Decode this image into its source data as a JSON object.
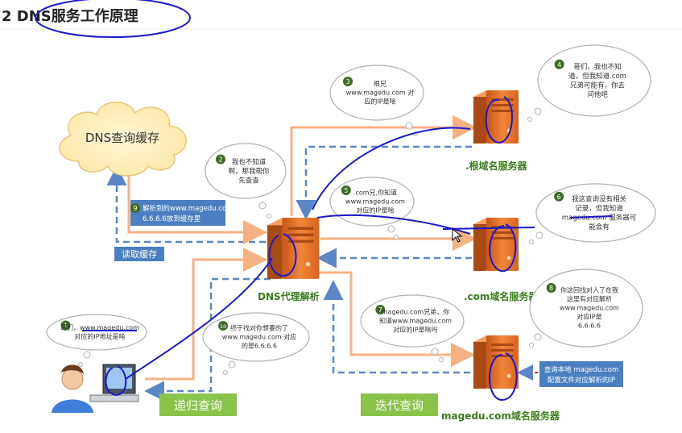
{
  "heading": "2 DNS服务工作原理",
  "cache_label": "DNS查询缓存",
  "proxy_label": "DNS代理解析",
  "root_label": ".根域名服务器",
  "com_label": ".com域名服务器",
  "magedu_label": "magedu.com域名服务器",
  "read_cache": "读取缓存",
  "recursive_query": "递归查询",
  "iterative_query": "迭代查询",
  "note_9": [
    "解析到的www.magedu.com",
    "6.6.6.6放到缓存里"
  ],
  "local_config": [
    "查询本地 magedu.com",
    "配置文件对应解析的IP"
  ],
  "bubbles": [
    {
      "num": "1",
      "lines": [
        "哥们，www.magedu.com",
        "对应的IP地址是啥"
      ]
    },
    {
      "num": "2",
      "lines": [
        "我也不知道",
        "啊，那我帮你",
        "先查查"
      ]
    },
    {
      "num": "3",
      "lines": [
        "根兄",
        "www.magedu.com 对",
        "应的IP是啥"
      ]
    },
    {
      "num": "4",
      "lines": [
        "哥们，我也不知",
        "道，但我知道.com",
        "兄弟可能有，你去",
        "问他吧"
      ]
    },
    {
      "num": "5",
      "lines": [
        ".com兄,你知道",
        "www.magedu.com",
        "对应的IP是啥"
      ]
    },
    {
      "num": "6",
      "lines": [
        "我这查询没有相关",
        "记录，但我知道",
        "magedu.com 服务器可",
        "能会有"
      ]
    },
    {
      "num": "7",
      "lines": [
        "magedu.com兄弟，你",
        "知道www.magedu.com",
        "对应的IP是啥吗"
      ]
    },
    {
      "num": "8",
      "lines": [
        "你这回找对人了在我",
        "这里有对应解析",
        "www.magedu.com",
        "对应IP是",
        "6.6.6.6"
      ]
    },
    {
      "num": "10",
      "lines": [
        "终于找对你想要的了",
        "www.magedu.com 对应",
        "的是6.6.6.6"
      ]
    }
  ],
  "colors": {
    "server": "#e8742a",
    "server_dark": "#a84a14",
    "solid_arrow": "#f4b183",
    "dashed_arrow": "#5b87c7",
    "label_green": "#8bc34a",
    "note_blue": "#4a7fc1",
    "num_green": "#3f6b2a",
    "ink": "#1a1acc"
  },
  "icons": [
    "server-icon",
    "user-icon",
    "computer-icon",
    "cloud-icon",
    "mouse-cursor-icon"
  ]
}
